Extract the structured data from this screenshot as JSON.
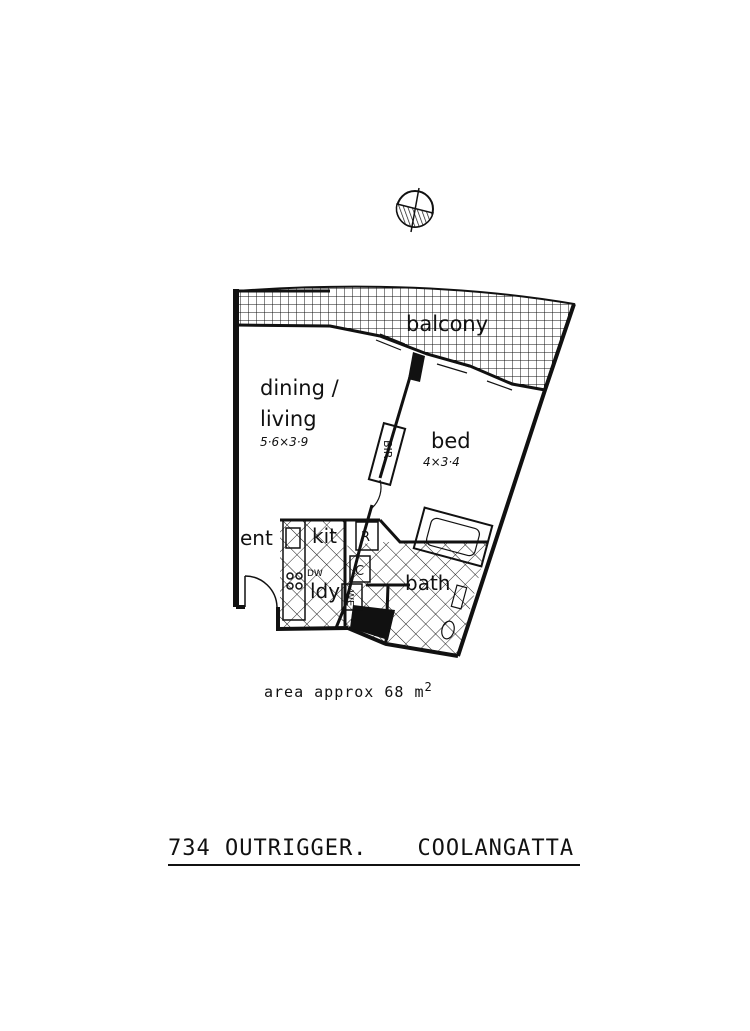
{
  "rooms": {
    "balcony": "balcony",
    "dining_living_line1": "dining /",
    "dining_living_line2": "living",
    "dining_living_dims": "5·6×3·9",
    "bed": "bed",
    "bed_dims": "4×3·4",
    "bir": "BIR",
    "ent": "ent",
    "kit": "kit",
    "r": "R",
    "c": "C",
    "ldy": "ldy",
    "we": "WE",
    "dw": "DW",
    "bath": "bath"
  },
  "area": {
    "text": "area approx 68 m",
    "superscript": "2"
  },
  "title": {
    "unit": "734 OUTRIGGER.",
    "location": "COOLANGATTA"
  }
}
